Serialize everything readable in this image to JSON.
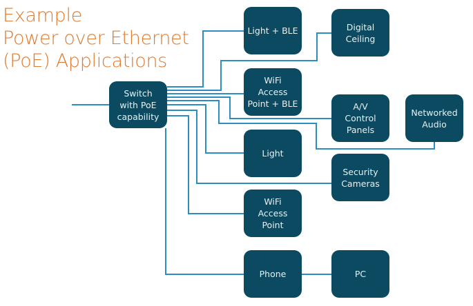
{
  "title": {
    "line1": "Example",
    "line2": "Power over Ethernet",
    "line3": "(PoE) Applications"
  },
  "colors": {
    "title": "#e07a2e",
    "box": "#0b4a60",
    "box_text": "#e8f1f4",
    "wire": "#2a8dbf"
  },
  "nodes": {
    "switch": [
      "Switch",
      "with PoE",
      "capability"
    ],
    "light_ble": [
      "Light + BLE"
    ],
    "digital_ceiling": [
      "Digital",
      "Ceiling"
    ],
    "wifi_ap_ble": [
      "WiFi",
      "Access",
      "Point + BLE"
    ],
    "av_control": [
      "A/V",
      "Control",
      "Panels"
    ],
    "networked_audio": [
      "Networked",
      "Audio"
    ],
    "light": [
      "Light"
    ],
    "security_cameras": [
      "Security",
      "Cameras"
    ],
    "wifi_ap": [
      "WiFi",
      "Access",
      "Point"
    ],
    "phone": [
      "Phone"
    ],
    "pc": [
      "PC"
    ]
  }
}
